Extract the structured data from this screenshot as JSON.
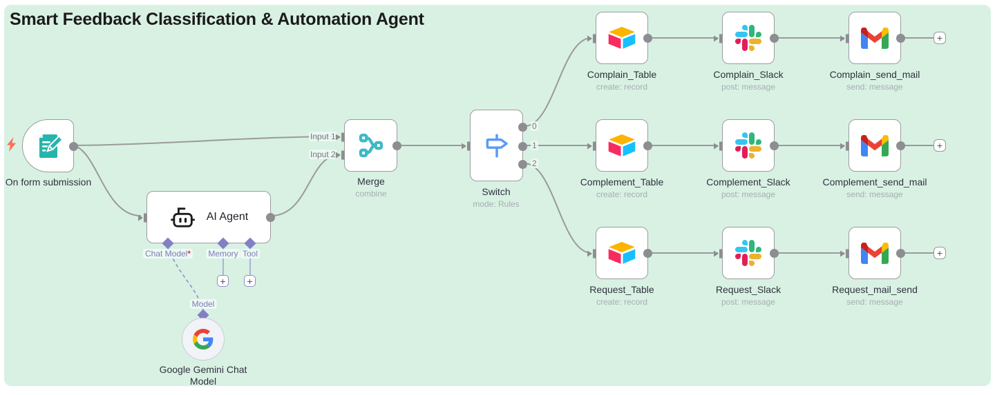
{
  "title": "Smart Feedback Classification & Automation Agent",
  "ui": {
    "add_label": "+"
  },
  "colors": {
    "canvas": "#d8f1e3",
    "node_border": "#9b9b9f",
    "wire": "#9a9a9a",
    "port_gray": "#8d8d92",
    "diamond_purple": "#8181c2",
    "bolt_red": "#ff6d5a",
    "form_teal": "#26b5ac",
    "merge_cyan": "#3eb9c7",
    "switch_blue": "#5b9bf5"
  },
  "trigger": {
    "label": "On form submission"
  },
  "ai_agent": {
    "label": "AI Agent",
    "ports": [
      {
        "label": "Chat Model",
        "required": "*"
      },
      {
        "label": "Memory",
        "required": ""
      },
      {
        "label": "Tool",
        "required": ""
      }
    ]
  },
  "gemini": {
    "port_label": "Model",
    "label_line1": "Google Gemini Chat",
    "label_line2": "Model"
  },
  "merge": {
    "label": "Merge",
    "subtitle": "combine",
    "inputs": [
      "Input 1",
      "Input 2"
    ]
  },
  "switch": {
    "label": "Switch",
    "subtitle": "mode: Rules",
    "outputs": [
      "0",
      "1",
      "2"
    ]
  },
  "rows": [
    {
      "table": {
        "label": "Complain_Table",
        "subtitle": "create: record"
      },
      "slack": {
        "label": "Complain_Slack",
        "subtitle": "post: message"
      },
      "mail": {
        "label": "Complain_send_mail",
        "subtitle": "send: message"
      }
    },
    {
      "table": {
        "label": "Complement_Table",
        "subtitle": "create: record"
      },
      "slack": {
        "label": "Complement_Slack",
        "subtitle": "post: message"
      },
      "mail": {
        "label": "Complement_send_mail",
        "subtitle": "send: message"
      }
    },
    {
      "table": {
        "label": "Request_Table",
        "subtitle": "create: record"
      },
      "slack": {
        "label": "Request_Slack",
        "subtitle": "post: message"
      },
      "mail": {
        "label": "Request_mail_send",
        "subtitle": "send: message"
      }
    }
  ]
}
